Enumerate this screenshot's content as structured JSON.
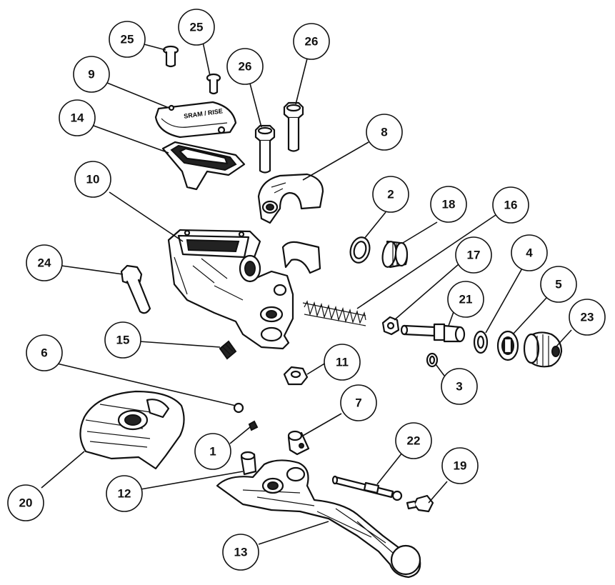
{
  "callouts": [
    {
      "id": "c25a",
      "label": "25"
    },
    {
      "id": "c25b",
      "label": "25"
    },
    {
      "id": "c26a",
      "label": "26"
    },
    {
      "id": "c26b",
      "label": "26"
    },
    {
      "id": "c9",
      "label": "9"
    },
    {
      "id": "c14",
      "label": "14"
    },
    {
      "id": "c8",
      "label": "8"
    },
    {
      "id": "c10",
      "label": "10"
    },
    {
      "id": "c2",
      "label": "2"
    },
    {
      "id": "c18",
      "label": "18"
    },
    {
      "id": "c16",
      "label": "16"
    },
    {
      "id": "c24",
      "label": "24"
    },
    {
      "id": "c17",
      "label": "17"
    },
    {
      "id": "c4",
      "label": "4"
    },
    {
      "id": "c21",
      "label": "21"
    },
    {
      "id": "c5",
      "label": "5"
    },
    {
      "id": "c23",
      "label": "23"
    },
    {
      "id": "c15",
      "label": "15"
    },
    {
      "id": "c6",
      "label": "6"
    },
    {
      "id": "c11",
      "label": "11"
    },
    {
      "id": "c3",
      "label": "3"
    },
    {
      "id": "c7",
      "label": "7"
    },
    {
      "id": "c22",
      "label": "22"
    },
    {
      "id": "c1",
      "label": "1"
    },
    {
      "id": "c19",
      "label": "19"
    },
    {
      "id": "c12",
      "label": "12"
    },
    {
      "id": "c20",
      "label": "20"
    },
    {
      "id": "c13",
      "label": "13"
    }
  ],
  "reservoir_cap_text": "SRAM / RISE"
}
